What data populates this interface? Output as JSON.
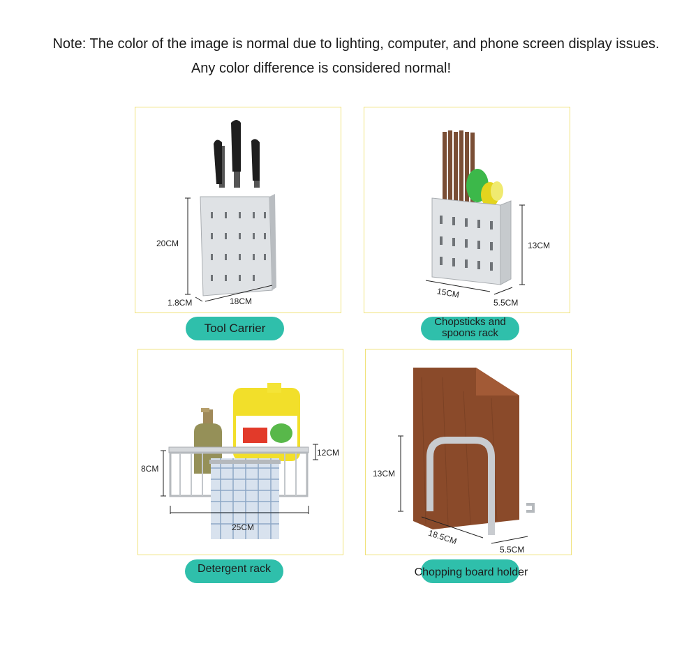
{
  "note": {
    "line1": "Note: The color of the image is normal due to lighting, computer, and phone screen display issues.",
    "line2": "Any color difference is considered normal!"
  },
  "products": {
    "tool_carrier": {
      "label": "Tool Carrier",
      "height": "20CM",
      "width": "18CM",
      "depth": "1.8CM"
    },
    "chopsticks_rack": {
      "label_line1": "Chopsticks and",
      "label_line2": "spoons rack",
      "width": "15CM",
      "depth": "5.5CM",
      "height": "13CM"
    },
    "detergent_rack": {
      "label": "Detergent rack",
      "height": "8CM",
      "rail_height": "12CM",
      "width": "25CM"
    },
    "chopping_board_holder": {
      "label": "Chopping board holder",
      "height": "13CM",
      "width": "18.5CM",
      "depth": "5.5CM"
    }
  },
  "colors": {
    "accent": "#2fbfab",
    "panel_border": "#f0e27a",
    "wood": "#8a4a2a",
    "steel": "#d9dcdf"
  }
}
